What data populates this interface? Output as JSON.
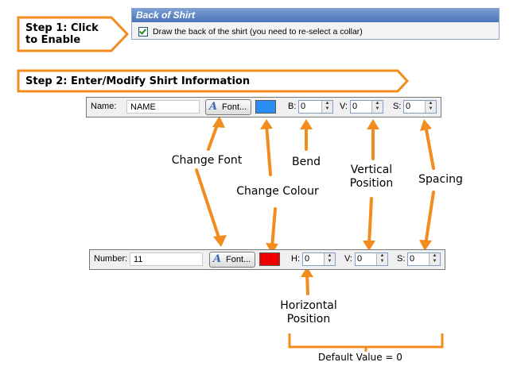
{
  "step1": {
    "label": "Step 1: Click to Enable"
  },
  "back_panel": {
    "title": "Back of Shirt",
    "checkbox_label": "Draw the back of the shirt (you need to re-select a collar)",
    "checked": true
  },
  "step2": {
    "label": "Step 2: Enter/Modify Shirt Information"
  },
  "name_row": {
    "label": "Name:",
    "value": "NAME",
    "font_button": "Font...",
    "colour": "#2a8cf5",
    "b_label": "B:",
    "b_value": "0",
    "v_label": "V:",
    "v_value": "0",
    "s_label": "S:",
    "s_value": "0"
  },
  "number_row": {
    "label": "Number:",
    "value": "11",
    "font_button": "Font...",
    "colour": "#f00000",
    "h_label": "H:",
    "h_value": "0",
    "v_label": "V:",
    "v_value": "0",
    "s_label": "S:",
    "s_value": "0"
  },
  "annotations": {
    "change_font": "Change Font",
    "change_colour": "Change Colour",
    "bend": "Bend",
    "vertical_position": "Vertical Position",
    "spacing": "Spacing",
    "horizontal_position": "Horizontal Position",
    "default_value": "Default Value = 0"
  },
  "colors": {
    "accent_orange": "#f28c1d"
  }
}
